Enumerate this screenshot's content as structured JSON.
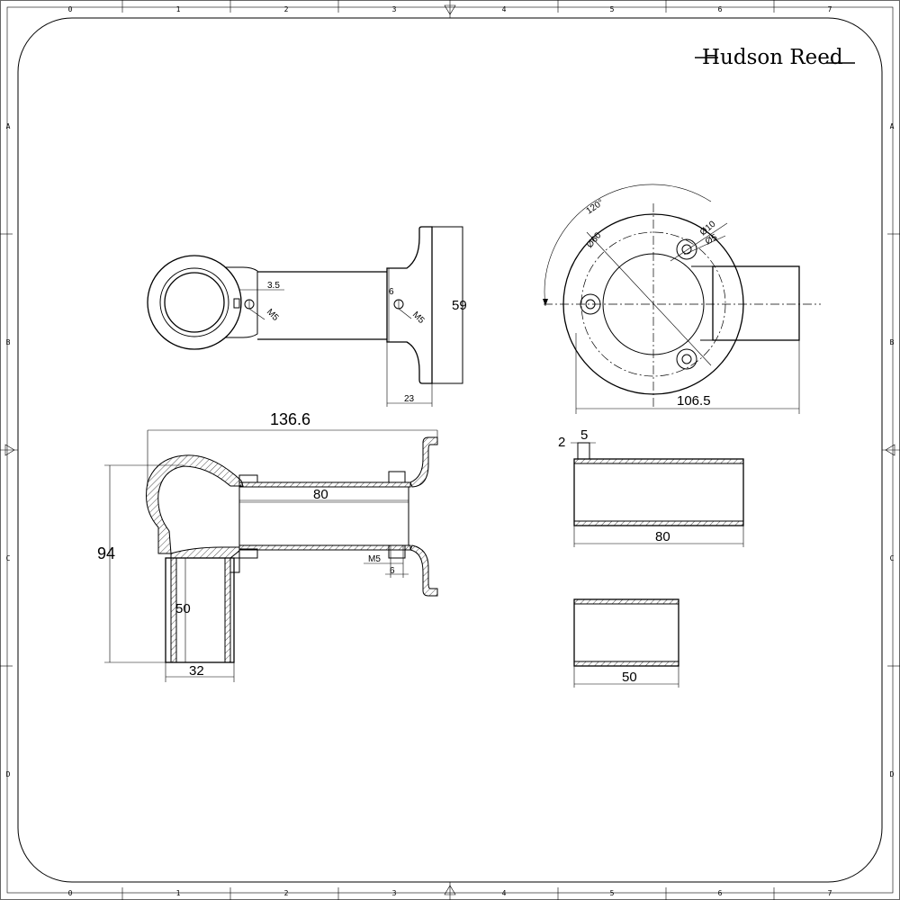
{
  "brand": {
    "name": "Hudson Reed"
  },
  "frame": {
    "column_labels": [
      "0",
      "1",
      "2",
      "3",
      "4",
      "5",
      "6",
      "7"
    ],
    "row_labels": [
      "A",
      "B",
      "C",
      "D"
    ]
  },
  "top_view": {
    "dims": {
      "clip_gap": "3.5",
      "clip_screw": "M5",
      "flange_screw_gap": "6",
      "flange_screw": "M5",
      "flange_height": "59",
      "flange_depth": "23"
    }
  },
  "end_view": {
    "dims": {
      "angle": "120°",
      "outer_diameter": "Ø60",
      "hole_outer": "Ø10",
      "hole_inner": "Ø5",
      "overall_width": "106.5"
    }
  },
  "section_view": {
    "dims": {
      "overall_length": "136.6",
      "overall_height": "94",
      "arm_length": "80",
      "drop_length": "50",
      "drop_width": "32",
      "screw": "M5",
      "screw_gap": "6"
    }
  },
  "tube_80": {
    "dims": {
      "wall": "2",
      "lip": "5",
      "length": "80"
    }
  },
  "tube_50": {
    "dims": {
      "length": "50"
    }
  }
}
